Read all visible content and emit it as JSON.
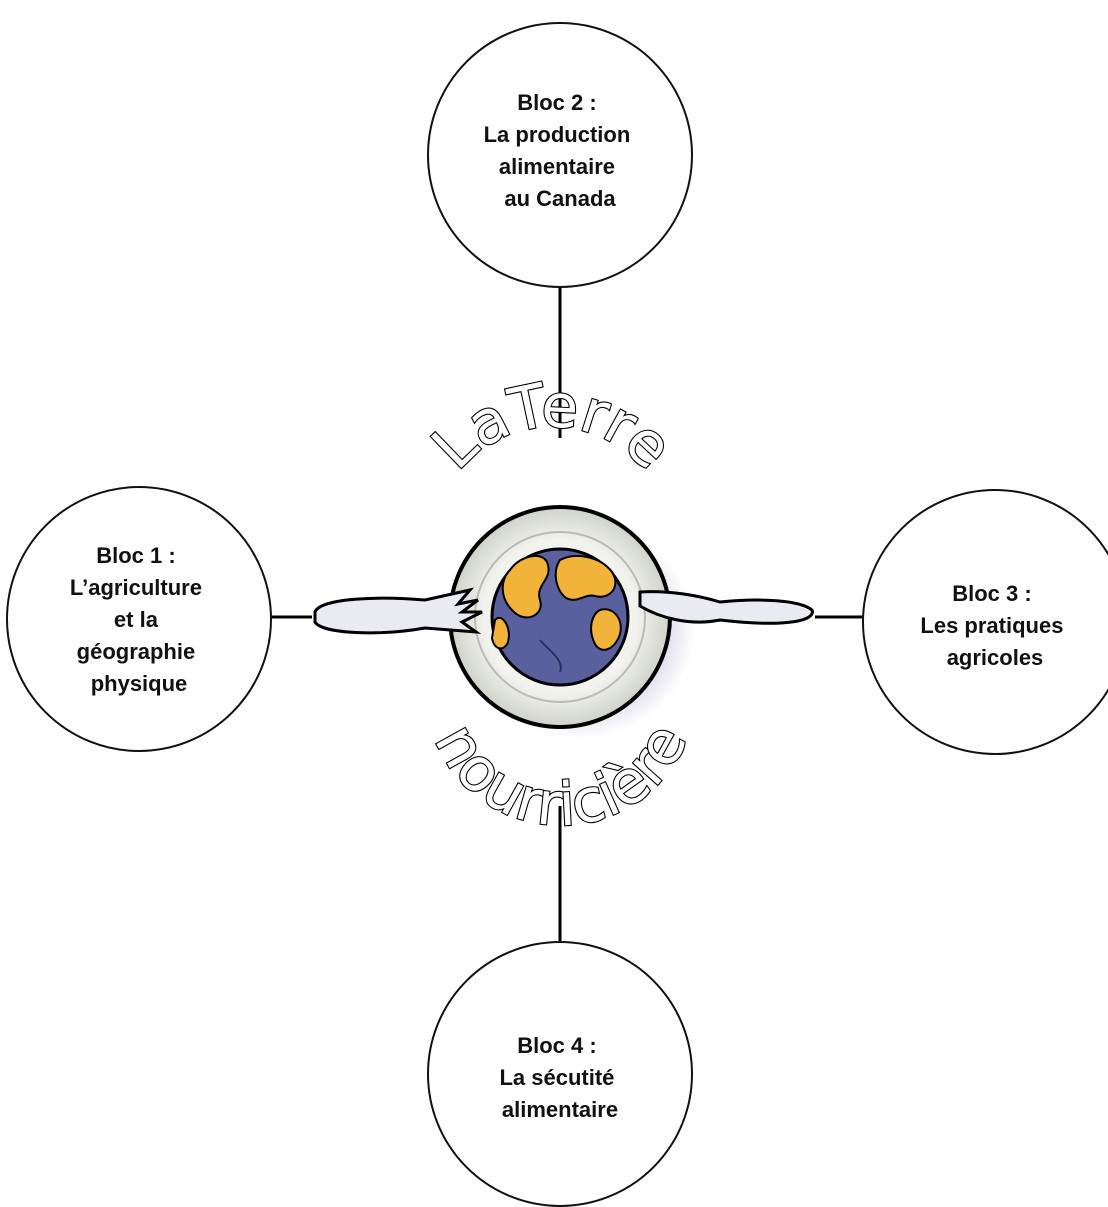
{
  "title": {
    "line1": "LaTerre",
    "line2": "nourricière"
  },
  "blocs": [
    {
      "id": "bloc1",
      "lines": [
        "Bloc 1 :",
        "L’agriculture",
        "et la",
        "géographie",
        "physique"
      ]
    },
    {
      "id": "bloc2",
      "lines": [
        "Bloc 2 :",
        "La production",
        "alimentaire",
        "au Canada"
      ]
    },
    {
      "id": "bloc3",
      "lines": [
        "Bloc 3 :",
        "Les pratiques",
        "agricoles"
      ]
    },
    {
      "id": "bloc4",
      "lines": [
        "Bloc 4 :",
        "La sécutité",
        "alimentaire"
      ]
    }
  ],
  "icons": {
    "center": "earth-on-plate-icon",
    "left": "fork-icon",
    "right": "knife-icon"
  },
  "colors": {
    "ocean": "#5a5f9e",
    "land": "#f2b33a",
    "plate": "#e4e6e1",
    "line": "#000000"
  }
}
